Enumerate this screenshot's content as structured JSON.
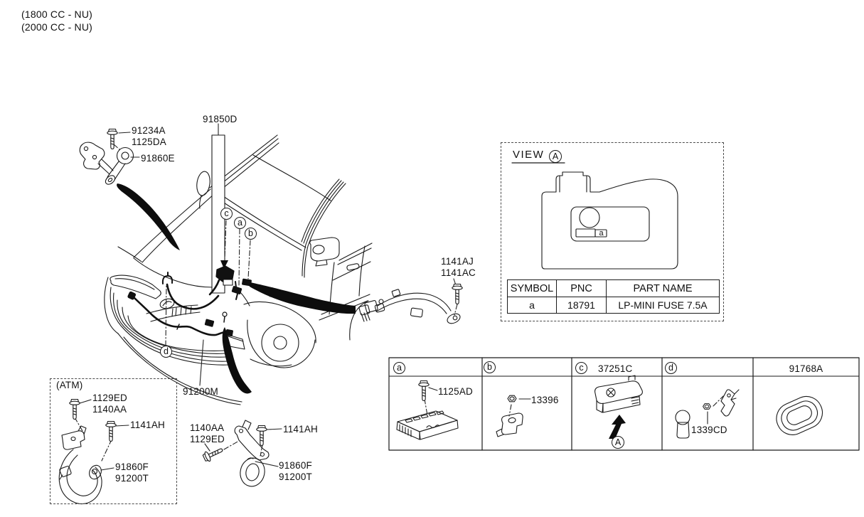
{
  "colors": {
    "ink": "#1a1a1a",
    "background": "#ffffff"
  },
  "notes": {
    "line1": "(1800 CC - NU)",
    "line2": "(2000 CC - NU)"
  },
  "diagram_labels": {
    "p91234a": "91234A",
    "p1125da": "1125DA",
    "p91860e": "91860E",
    "p91850d": "91850D",
    "p1141aj": "1141AJ",
    "p1141ac": "1141AC",
    "p91200m": "91200M"
  },
  "callouts": {
    "a": "a",
    "b": "b",
    "c": "c",
    "d": "d"
  },
  "atm_group": {
    "title": "(ATM)",
    "p1129ed": "1129ED",
    "p1140aa": "1140AA",
    "p1141ah": "1141AH",
    "p91860f": "91860F",
    "p91200t": "91200T"
  },
  "mid_group": {
    "p1140aa": "1140AA",
    "p1129ed": "1129ED",
    "p1141ah": "1141AH",
    "p91860f": "91860F",
    "p91200t": "91200T"
  },
  "view_panel": {
    "title": "VIEW",
    "view_ref": "A",
    "fusebox_slot_label": "a",
    "table": {
      "headers": [
        "SYMBOL",
        "PNC",
        "PART NAME"
      ],
      "row": {
        "symbol": "a",
        "pnc": "18791",
        "part_name": "LP-MINI FUSE 7.5A"
      }
    }
  },
  "parts_strip": {
    "cells": [
      {
        "symbol": "a",
        "part_no": "1125AD"
      },
      {
        "symbol": "b",
        "part_no": "13396"
      },
      {
        "symbol": "c",
        "header_part_no": "37251C",
        "view_ref": "A"
      },
      {
        "symbol": "d",
        "part_no": "1339CD"
      },
      {
        "header_part_no": "91768A"
      }
    ]
  }
}
